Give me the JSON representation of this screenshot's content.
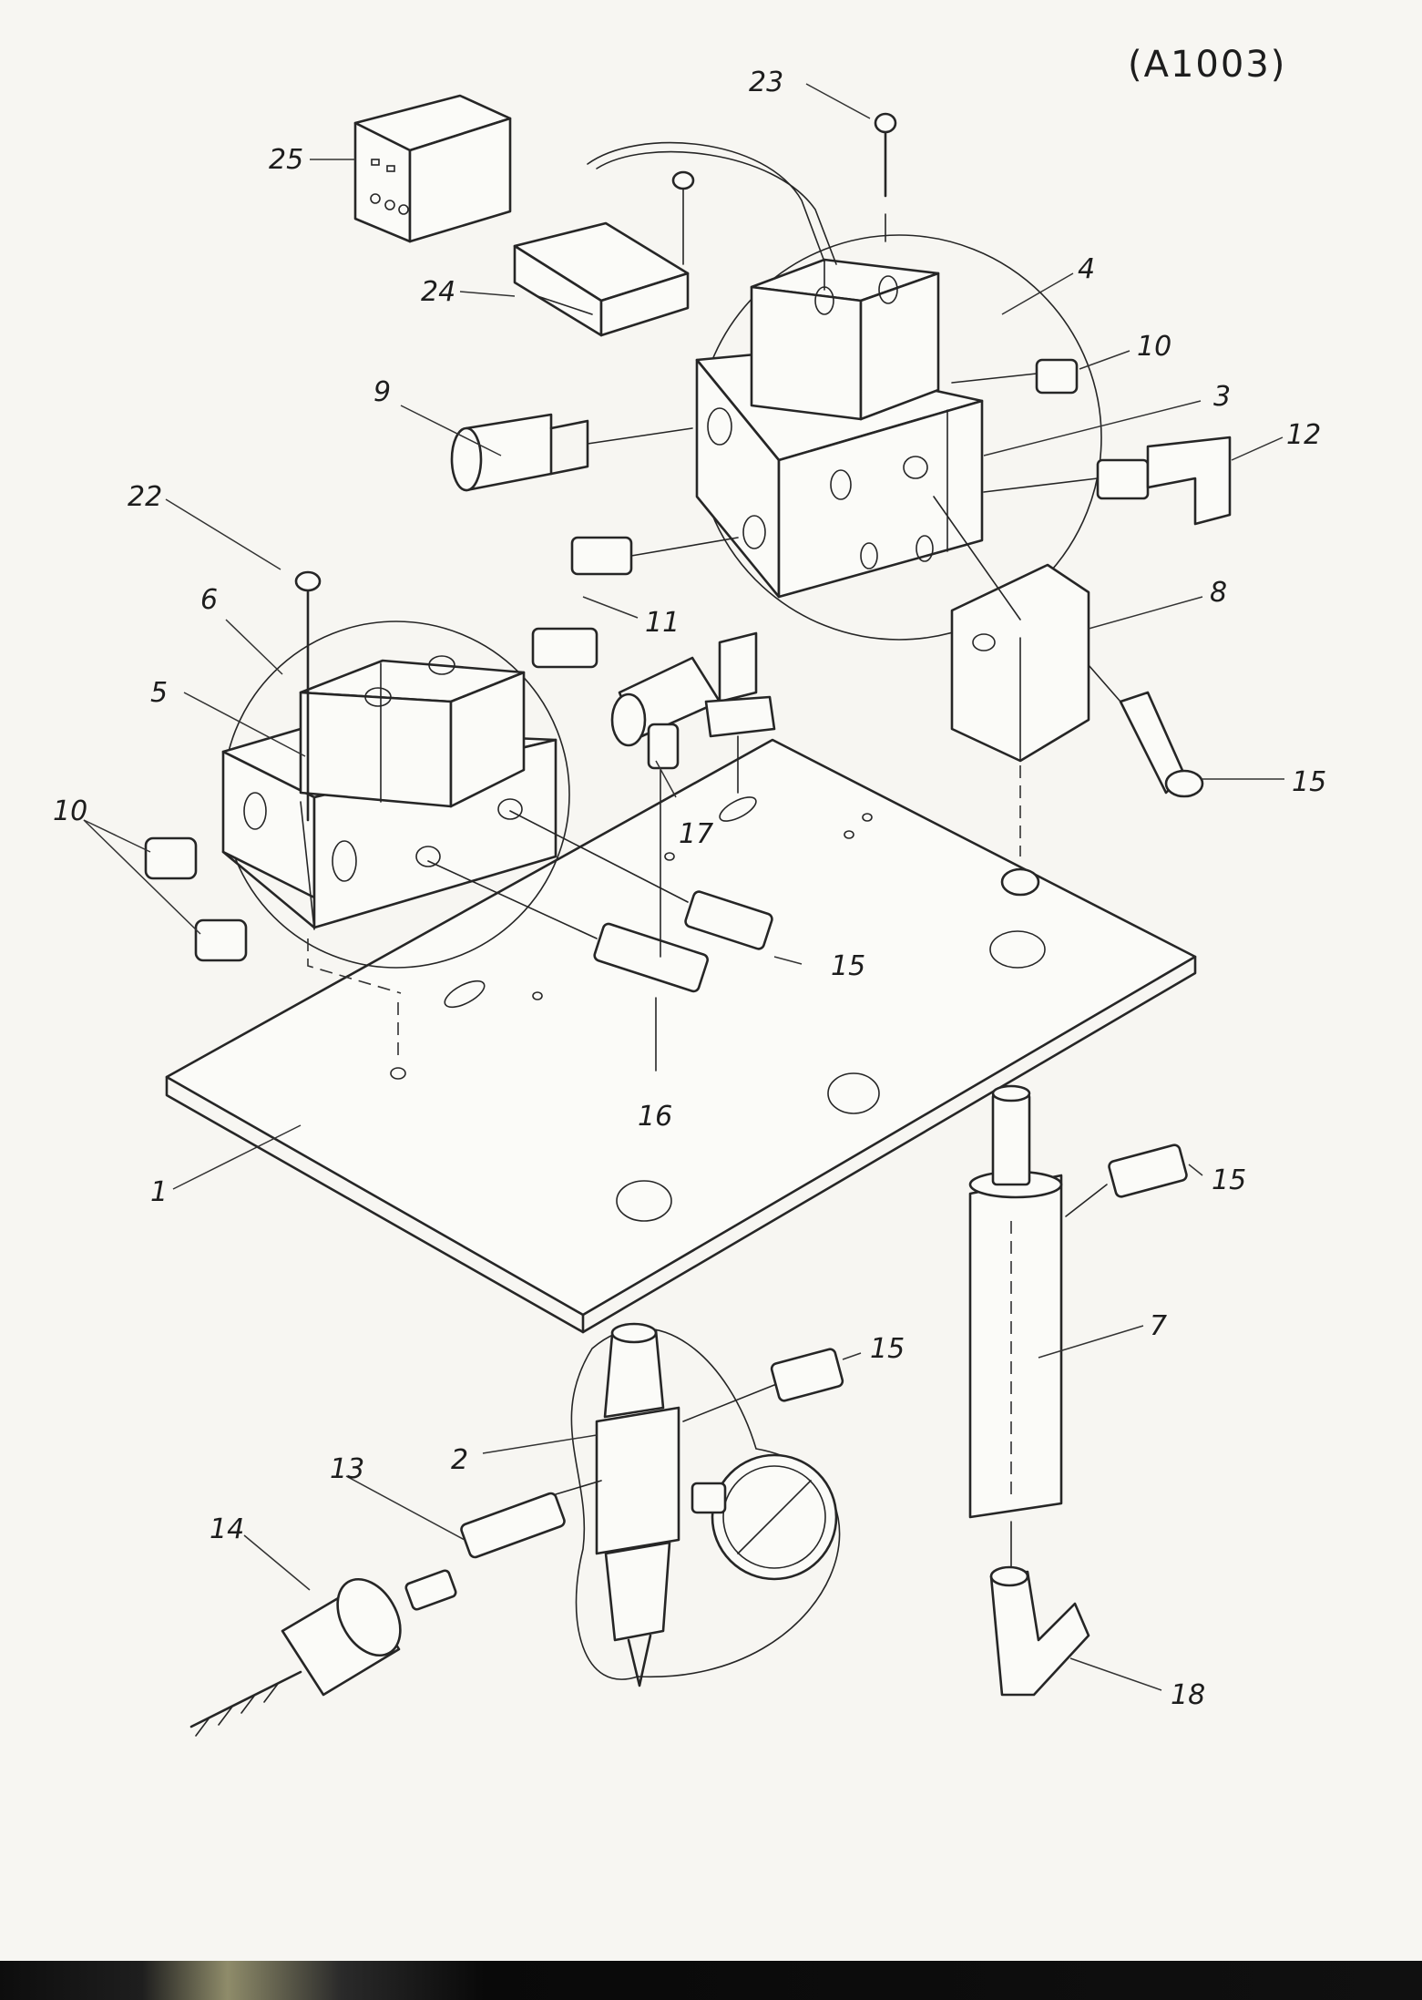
{
  "drawing_ref": "(A1003)",
  "callouts": {
    "c1": "1",
    "c2": "2",
    "c3": "3",
    "c4": "4",
    "c5": "5",
    "c6": "6",
    "c7": "7",
    "c8": "8",
    "c9": "9",
    "c10a": "10",
    "c10b": "10",
    "c11": "11",
    "c12": "12",
    "c13": "13",
    "c14": "14",
    "c15a": "15",
    "c15b": "15",
    "c15c": "15",
    "c15d": "15",
    "c16": "16",
    "c17": "17",
    "c18": "18",
    "c22": "22",
    "c23": "23",
    "c24": "24",
    "c25": "25"
  }
}
